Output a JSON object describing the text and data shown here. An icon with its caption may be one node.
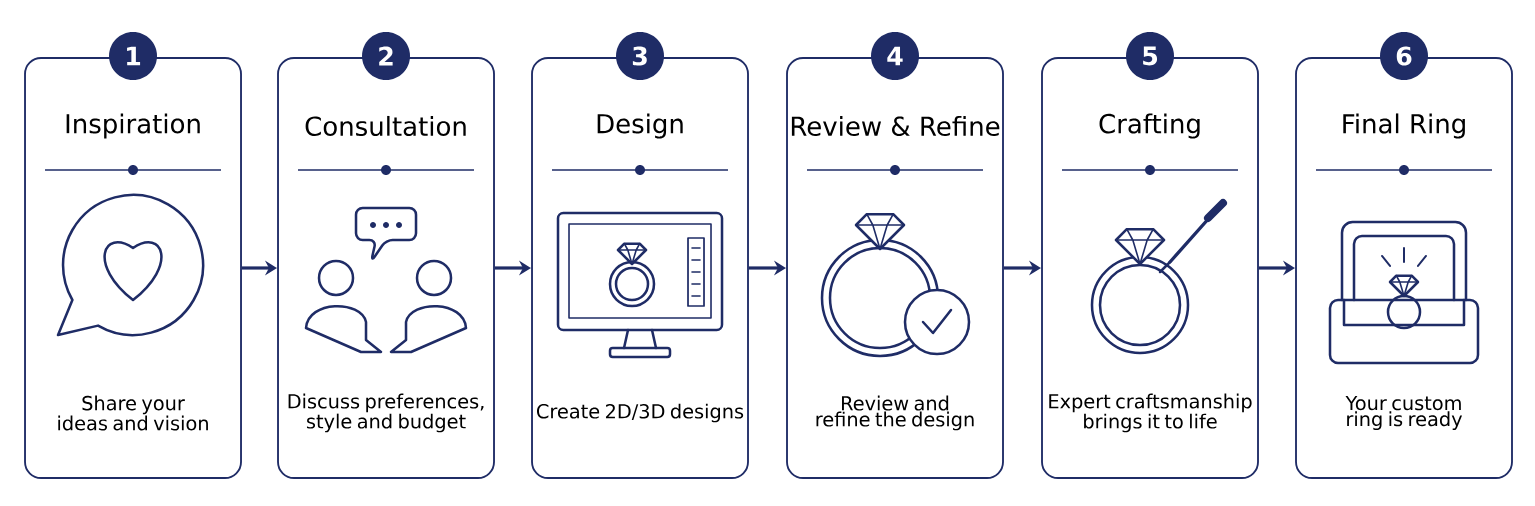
{
  "diagram": {
    "nodes": [
      {
        "text": [
          "1"
        ]
      },
      {
        "text": [
          "Inspiration",
          "Share your ideas and vision"
        ]
      },
      {
        "text": [
          "2"
        ]
      },
      {
        "text": [
          "Consultation",
          "Discuss preferences, style and budget"
        ]
      },
      {
        "text": [
          "3"
        ]
      },
      {
        "text": [
          "Design",
          "Create 2D/3D designs"
        ]
      },
      {
        "text": [
          "4"
        ]
      },
      {
        "text": [
          "Review & Refine",
          "Review and refine the design"
        ]
      },
      {
        "text": [
          "5"
        ]
      },
      {
        "text": [
          "Crafting",
          "Expert craftsmanship brings it to life"
        ]
      },
      {
        "text": [
          "6"
        ]
      },
      {
        "text": [
          "Final Ring",
          "Your custom ring is ready"
        ]
      }
    ],
    "edges": [
      {
        "from": 1,
        "to": 3,
        "arrow": "to"
      },
      {
        "from": 3,
        "to": 5,
        "arrow": "to"
      },
      {
        "from": 5,
        "to": 7,
        "arrow": "to"
      },
      {
        "from": 7,
        "to": 9,
        "arrow": "to"
      },
      {
        "from": 9,
        "to": 11,
        "arrow": "to"
      }
    ]
  }
}
